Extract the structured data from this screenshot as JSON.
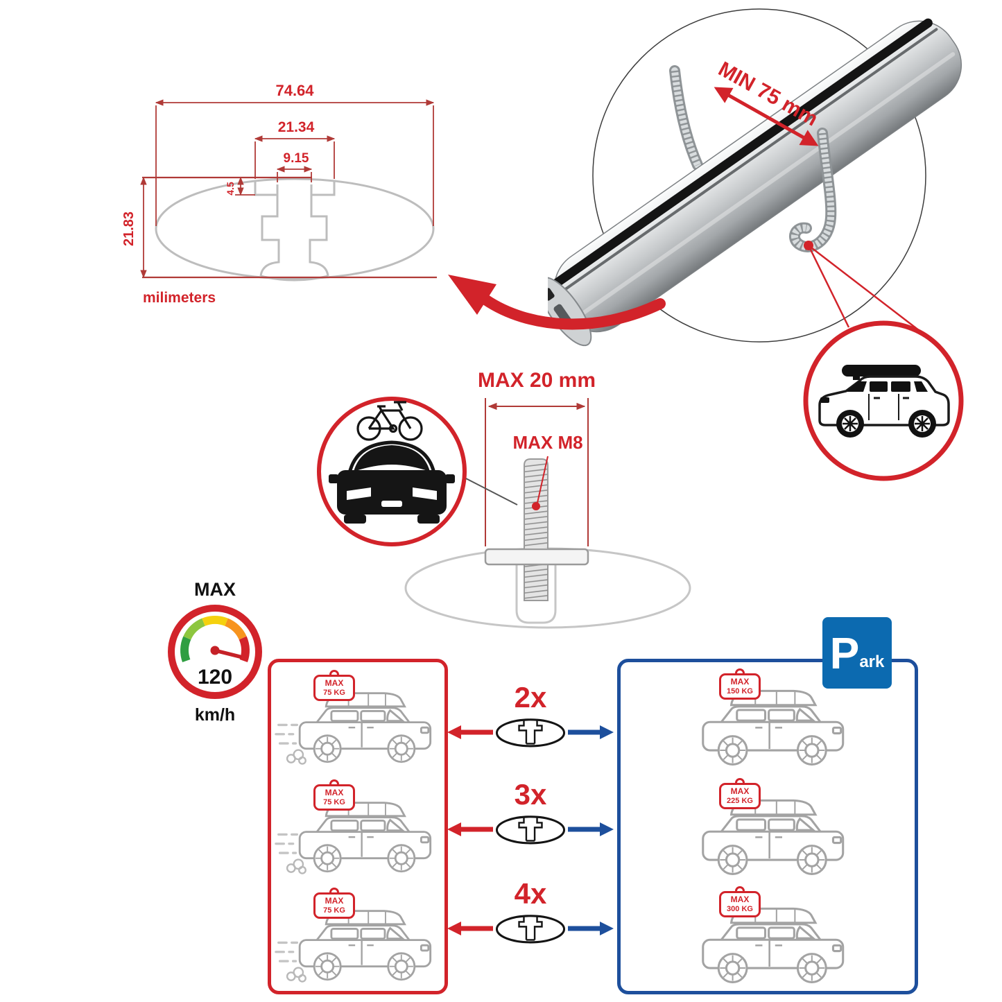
{
  "colors": {
    "accent_red": "#d2232a",
    "dimension_red": "#b03a37",
    "panel_blue": "#1d4f9c",
    "park_sign_blue": "#0c6ab0",
    "drawing_gray": "#bdbdbd",
    "gauge_green": "#2f9e41",
    "gauge_yellow": "#f5d10e",
    "gauge_orange": "#f7941e"
  },
  "dimension_drawing": {
    "total_width": "74.64",
    "channel_width": "21.34",
    "slot_width": "9.15",
    "slot_depth": "4.5",
    "total_height": "21.83",
    "units_label": "milimeters"
  },
  "crossbar_detail": {
    "clamp_min_label": "MIN 75 mm"
  },
  "bolt_detail": {
    "max_length_label": "MAX 20 mm",
    "max_thread_label": "MAX M8"
  },
  "speed_limit": {
    "title": "MAX",
    "value": "120",
    "unit": "km/h"
  },
  "driving_panel": {
    "cars": [
      {
        "tag_line1": "MAX",
        "tag_line2": "75 KG"
      },
      {
        "tag_line1": "MAX",
        "tag_line2": "75 KG"
      },
      {
        "tag_line1": "MAX",
        "tag_line2": "75 KG"
      }
    ]
  },
  "multipliers": [
    {
      "label": "2x"
    },
    {
      "label": "3x"
    },
    {
      "label": "4x"
    }
  ],
  "parking_panel": {
    "sign_letter": "P",
    "sign_suffix": "ark",
    "cars": [
      {
        "tag_line1": "MAX",
        "tag_line2": "150 KG"
      },
      {
        "tag_line1": "MAX",
        "tag_line2": "225 KG"
      },
      {
        "tag_line1": "MAX",
        "tag_line2": "300 KG"
      }
    ]
  }
}
